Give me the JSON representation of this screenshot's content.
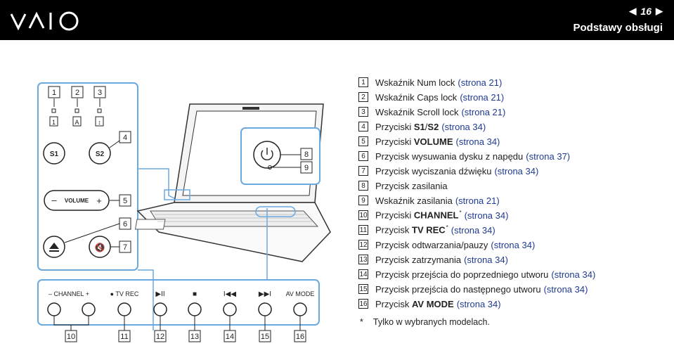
{
  "header": {
    "brand": "VAIO",
    "page_number": "16",
    "section_title": "Podstawy obsługi",
    "prev_icon": "arrow-left-icon",
    "next_icon": "arrow-right-icon"
  },
  "colors": {
    "header_bg": "#000000",
    "link": "#1f3a93",
    "frame": "#6aa9e0"
  },
  "illustration": {
    "keyboard_labels": {
      "s1": "S1",
      "s2": "S2",
      "volume": "VOLUME",
      "channel": "CHANNEL",
      "tv_rec": "TV REC",
      "av_mode": "AV MODE"
    },
    "callouts": [
      "1",
      "2",
      "3",
      "4",
      "5",
      "6",
      "7",
      "8",
      "9",
      "10",
      "11",
      "12",
      "13",
      "14",
      "15",
      "16"
    ]
  },
  "items": [
    {
      "n": "1",
      "pre": "Wskaźnik Num lock",
      "bold": "",
      "post": "",
      "sup": "",
      "ref": "(strona 21)"
    },
    {
      "n": "2",
      "pre": "Wskaźnik Caps lock",
      "bold": "",
      "post": "",
      "sup": "",
      "ref": "(strona 21)"
    },
    {
      "n": "3",
      "pre": "Wskaźnik Scroll lock",
      "bold": "",
      "post": "",
      "sup": "",
      "ref": "(strona 21)"
    },
    {
      "n": "4",
      "pre": "Przyciski ",
      "bold": "S1",
      "post": "/",
      "bold2": "S2",
      "sup": "",
      "ref": "(strona 34)"
    },
    {
      "n": "5",
      "pre": "Przyciski ",
      "bold": "VOLUME",
      "post": "",
      "sup": "",
      "ref": "(strona 34)"
    },
    {
      "n": "6",
      "pre": "Przycisk wysuwania dysku z napędu",
      "bold": "",
      "post": "",
      "sup": "",
      "ref": "(strona 37)"
    },
    {
      "n": "7",
      "pre": "Przycisk wyciszania dźwięku",
      "bold": "",
      "post": "",
      "sup": "",
      "ref": "(strona 34)"
    },
    {
      "n": "8",
      "pre": "Przycisk zasilania",
      "bold": "",
      "post": "",
      "sup": "",
      "ref": ""
    },
    {
      "n": "9",
      "pre": "Wskaźnik zasilania",
      "bold": "",
      "post": "",
      "sup": "",
      "ref": "(strona 21)"
    },
    {
      "n": "10",
      "pre": "Przyciski ",
      "bold": "CHANNEL",
      "post": "",
      "sup": "*",
      "ref": "(strona 34)"
    },
    {
      "n": "11",
      "pre": "Przycisk ",
      "bold": "TV REC",
      "post": "",
      "sup": "*",
      "ref": "(strona 34)"
    },
    {
      "n": "12",
      "pre": "Przycisk odtwarzania/pauzy",
      "bold": "",
      "post": "",
      "sup": "",
      "ref": "(strona 34)"
    },
    {
      "n": "13",
      "pre": "Przycisk zatrzymania",
      "bold": "",
      "post": "",
      "sup": "",
      "ref": "(strona 34)"
    },
    {
      "n": "14",
      "pre": "Przycisk przejścia do poprzedniego utworu",
      "bold": "",
      "post": "",
      "sup": "",
      "ref": "(strona 34)"
    },
    {
      "n": "15",
      "pre": "Przycisk przejścia do następnego utworu",
      "bold": "",
      "post": "",
      "sup": "",
      "ref": "(strona 34)"
    },
    {
      "n": "16",
      "pre": "Przycisk ",
      "bold": "AV MODE",
      "post": "",
      "sup": "",
      "ref": "(strona 34)"
    }
  ],
  "footnote": {
    "star": "*",
    "text": "Tylko w wybranych modelach."
  }
}
